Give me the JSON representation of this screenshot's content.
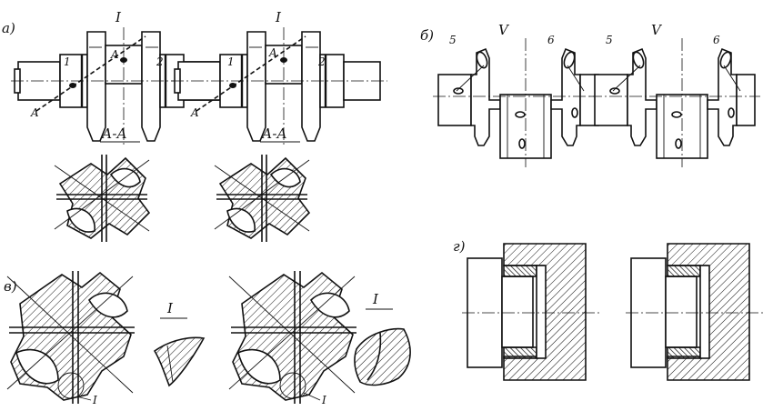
{
  "panels": {
    "a": {
      "label": "а)",
      "callout": "I",
      "pin_left": "1",
      "pin_right": "2",
      "section_mark": "A",
      "section_title": "А-А"
    },
    "b": {
      "label": "б)",
      "callout": "V",
      "left_mark": "5",
      "right_mark": "6"
    },
    "v": {
      "label": "в)",
      "detail_label": "I",
      "leader_label": "I"
    },
    "g": {
      "label": "г)"
    }
  }
}
